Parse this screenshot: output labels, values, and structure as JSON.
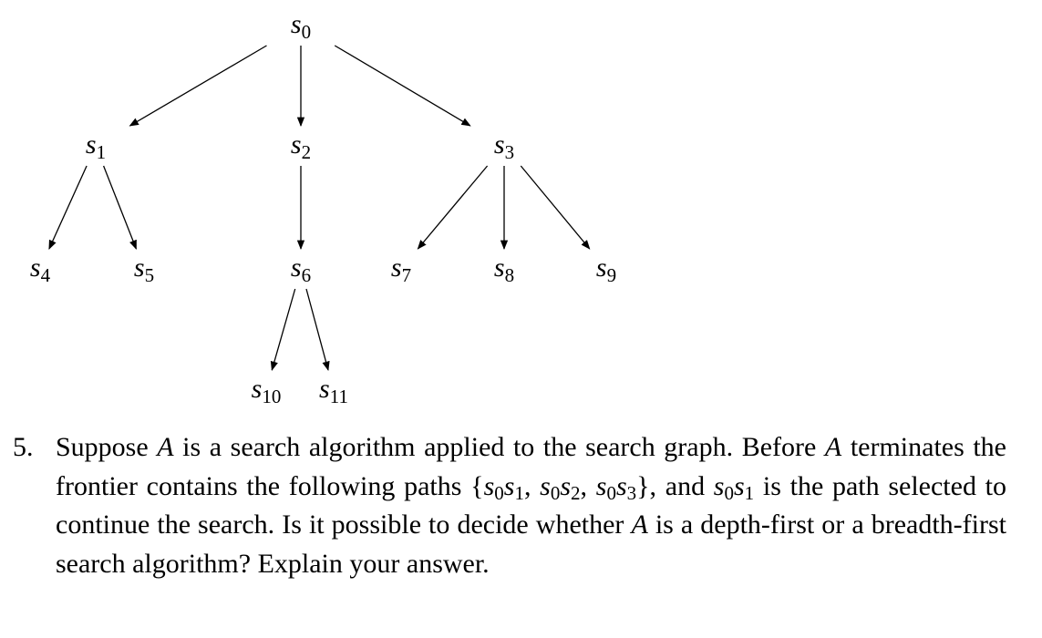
{
  "graph": {
    "nodes": [
      {
        "id": "s0",
        "base": "s",
        "sub": "0"
      },
      {
        "id": "s1",
        "base": "s",
        "sub": "1"
      },
      {
        "id": "s2",
        "base": "s",
        "sub": "2"
      },
      {
        "id": "s3",
        "base": "s",
        "sub": "3"
      },
      {
        "id": "s4",
        "base": "s",
        "sub": "4"
      },
      {
        "id": "s5",
        "base": "s",
        "sub": "5"
      },
      {
        "id": "s6",
        "base": "s",
        "sub": "6"
      },
      {
        "id": "s7",
        "base": "s",
        "sub": "7"
      },
      {
        "id": "s8",
        "base": "s",
        "sub": "8"
      },
      {
        "id": "s9",
        "base": "s",
        "sub": "9"
      },
      {
        "id": "s10",
        "base": "s",
        "sub": "10"
      },
      {
        "id": "s11",
        "base": "s",
        "sub": "11"
      }
    ],
    "edges": [
      [
        "s0",
        "s1"
      ],
      [
        "s0",
        "s2"
      ],
      [
        "s0",
        "s3"
      ],
      [
        "s1",
        "s4"
      ],
      [
        "s1",
        "s5"
      ],
      [
        "s2",
        "s6"
      ],
      [
        "s3",
        "s7"
      ],
      [
        "s3",
        "s8"
      ],
      [
        "s3",
        "s9"
      ],
      [
        "s6",
        "s10"
      ],
      [
        "s6",
        "s11"
      ]
    ]
  },
  "question": {
    "number": "5.",
    "text_1": "Suppose ",
    "var_A": "A",
    "text_2": " is a search algorithm applied to the search graph. Before ",
    "text_3": " terminates the frontier contains the following paths {",
    "s": "s",
    "sub0": "0",
    "sub1": "1",
    "sub2": "2",
    "sub3": "3",
    "comma": ", ",
    "text_4": "},",
    "text_5": "and ",
    "text_6": " is the path selected to continue the search. Is it possible to decide whether ",
    "text_7": " is a depth-first or a breadth-first search algorithm? Explain your answer."
  }
}
